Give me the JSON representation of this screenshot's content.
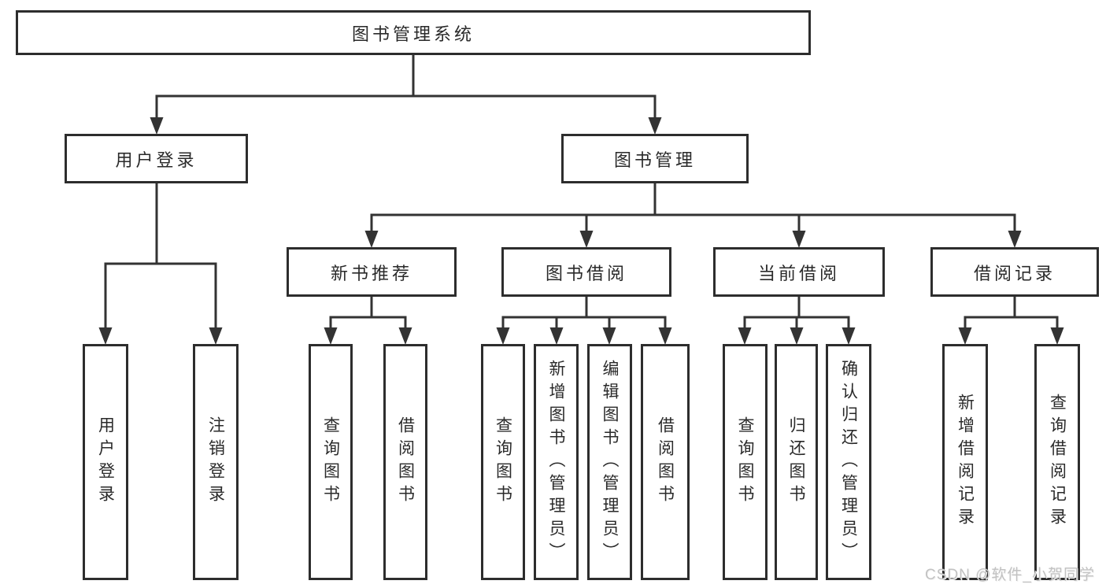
{
  "colors": {
    "line": "#333333",
    "box_border": "#2d2d2d",
    "text": "#2a2a2a",
    "background": "#ffffff",
    "watermark": "#c2c2c2"
  },
  "diagram": {
    "nodes": {
      "root": "图书管理系统",
      "user_login": "用户登录",
      "book_mgmt": "图书管理",
      "new_books": "新书推荐",
      "borrowing": "图书借阅",
      "current": "当前借阅",
      "records": "借阅记录",
      "leaf_user_login": "用户登录",
      "leaf_logout": "注销登录",
      "leaf_nb_query": "查询图书",
      "leaf_nb_borrow": "借阅图书",
      "leaf_bw_query": "查询图书",
      "leaf_bw_add": "新增图书（管理员）",
      "leaf_bw_edit": "编辑图书（管理员）",
      "leaf_bw_borrow": "借阅图书",
      "leaf_cur_query": "查询图书",
      "leaf_cur_return": "归还图书",
      "leaf_cur_confirm": "确认归还（管理员）",
      "leaf_rec_add": "新增借阅记录",
      "leaf_rec_query": "查询借阅记录"
    }
  },
  "watermark": {
    "text": "CSDN @软件_小贺同学"
  }
}
